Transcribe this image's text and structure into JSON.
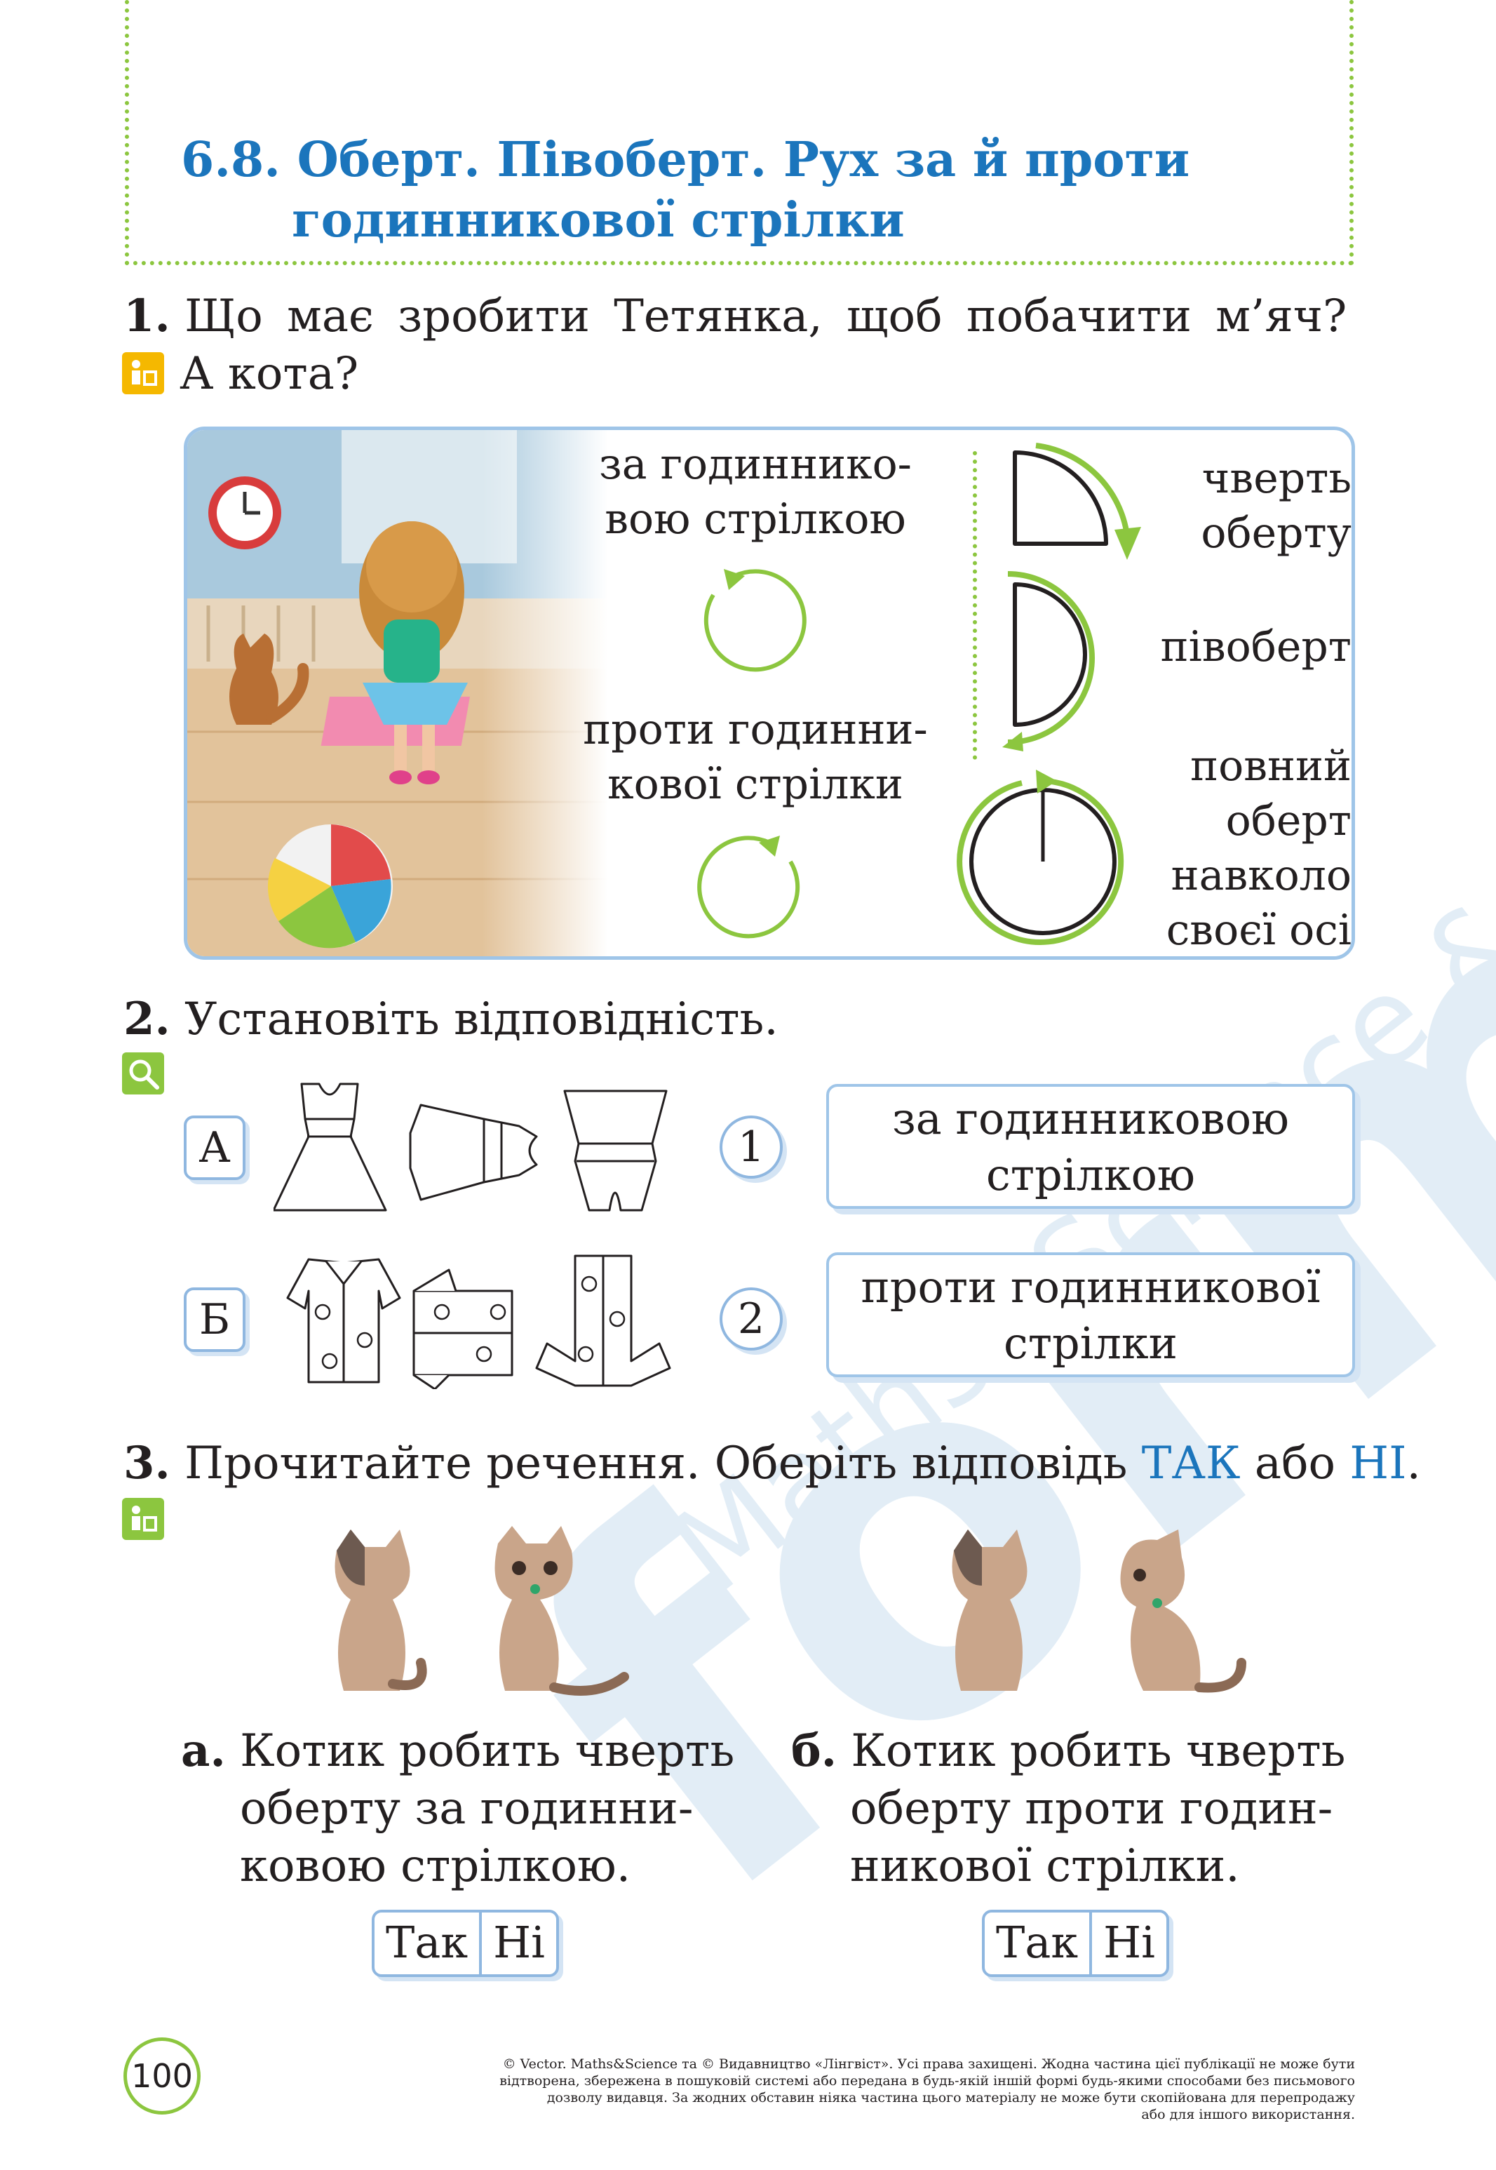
{
  "header": {
    "title_line1": "6.8. Оберт. Півоберт. Рух за й проти",
    "title_line2": "годинникової стрілки"
  },
  "task1": {
    "number": "1.",
    "text_line1": "Що має зробити Тетянка, щоб побачити м’яч?",
    "text_line2": "А кота?",
    "clockwise_label_line1": "за годиннико-",
    "clockwise_label_line2": "вою стрілкою",
    "counter_label_line1": "проти годинни-",
    "counter_label_line2": "кової стрілки",
    "quarter_line1": "чверть",
    "quarter_line2": "оберту",
    "half_label": "півоберт",
    "full_line1": "повний",
    "full_line2": "оберт",
    "full_line3": "навколо",
    "full_line4": "своєї осі"
  },
  "task2": {
    "number": "2.",
    "text": "Установіть відповідність.",
    "row_a_letter": "А",
    "row_b_letter": "Б",
    "num1": "1",
    "num2": "2",
    "answer1_line1": "за годинниковою",
    "answer1_line2": "стрілкою",
    "answer2_line1": "проти годинникової",
    "answer2_line2": "стрілки"
  },
  "task3": {
    "number": "3.",
    "text_before": "Прочитайте речення. Оберіть відповідь ",
    "yes_word": "ТАК",
    "or_word": " або ",
    "no_word": "НІ",
    "period": ".",
    "a_label": "а.",
    "a_line1": "Котик робить чверть",
    "a_line2": "оберту за годинни-",
    "a_line3": "ковою стрілкою.",
    "b_label": "б.",
    "b_line1": "Котик робить чверть",
    "b_line2": "оберту проти годин-",
    "b_line3": "никової стрілки.",
    "yes_btn": "Так",
    "no_btn": "Ні"
  },
  "footer": {
    "page_number": "100",
    "copyright_line1": "© Vector. Maths&Science та © Видавництво «Лінгвіст». Усі права захищені. Жодна частина цієї публікації не може бути",
    "copyright_line2": "відтворена, збережена в пошуковій системі або передана в будь-якій іншій формі будь-якими способами без письмового",
    "copyright_line3": "дозволу видавця. За жодних обставин ніяка частина цього матеріалу не може бути скопійована для перепродажу",
    "copyright_line4": "або для іншого використання."
  },
  "colors": {
    "title_blue": "#1b75bc",
    "green": "#8cc63f",
    "box_blue": "#9fc5e8",
    "icon_yellow": "#f5b800",
    "icon_green": "#8cc63f"
  },
  "watermark_text": "Formula Maths&Science & ICT"
}
